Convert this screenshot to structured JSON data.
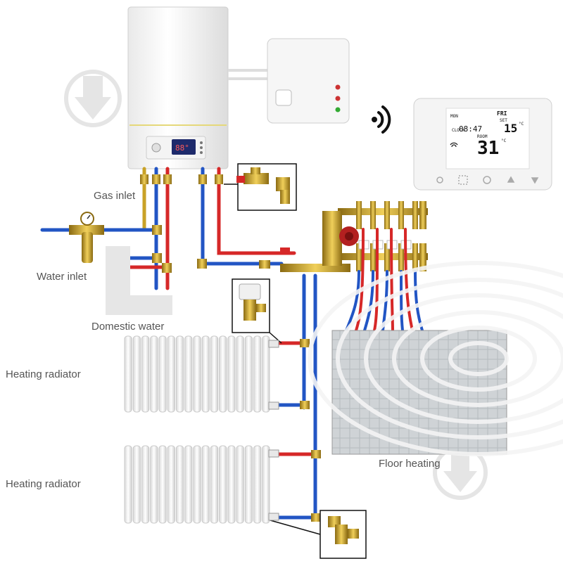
{
  "labels": {
    "gas_inlet": "Gas inlet",
    "water_inlet": "Water inlet",
    "domestic_water": "Domestic water",
    "heating_radiator_top": "Heating radiator",
    "heating_radiator_bottom": "Heating radiator",
    "floor_heating": "Floor heating"
  },
  "boiler_display": {
    "temperature": "88°"
  },
  "thermostat": {
    "day": "FRI",
    "set_label": "SET",
    "set_value": "15",
    "set_unit": "°C",
    "clock": "08:47",
    "clock_label": "CLOCK",
    "room_label": "ROOM",
    "room_value": "31",
    "room_unit": "°C",
    "mode": "MON"
  },
  "icons": [
    "boiler",
    "wireless-receiver",
    "wifi-signal-icon",
    "thermostat",
    "pressure-reducing-valve",
    "manifold",
    "circulation-pump",
    "radiator",
    "thermostatic-valve",
    "watermark-icon"
  ],
  "colors": {
    "hot_pipe": "#d62828",
    "cold_pipe": "#2255c4",
    "brass": "#c9a227",
    "radiator": "#f2f2f2"
  }
}
